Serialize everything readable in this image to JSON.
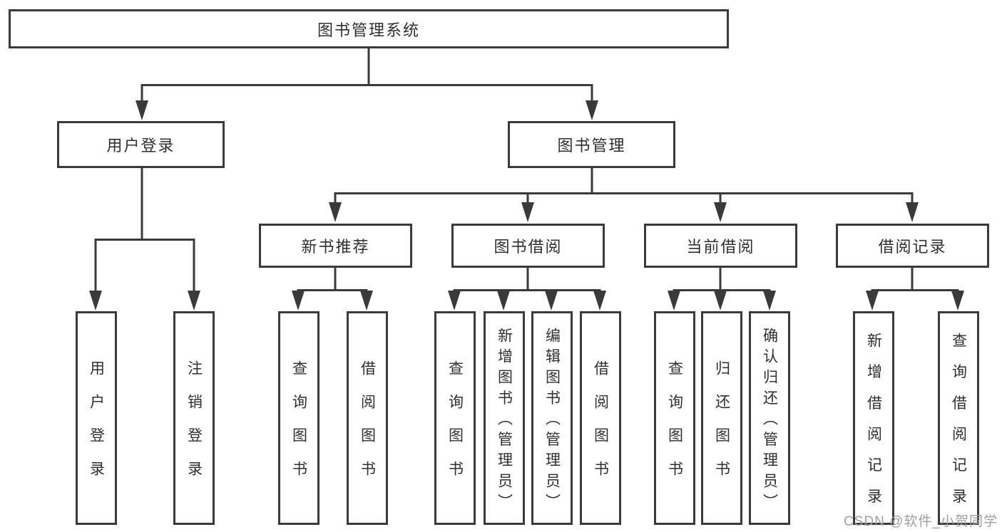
{
  "diagram": {
    "root": {
      "label": "图书管理系统"
    },
    "user_login": {
      "label": "用户登录",
      "children": {
        "login": "用户登录",
        "logout": "注销登录"
      }
    },
    "book_mgmt": {
      "label": "图书管理",
      "sections": {
        "new_books": {
          "label": "新书推荐",
          "children": {
            "query": "查询图书",
            "borrow": "借阅图书"
          }
        },
        "book_borrow": {
          "label": "图书借阅",
          "children": {
            "query": "查询图书",
            "add": "新增图书（管理员）",
            "edit": "编辑图书（管理员）",
            "borrow": "借阅图书"
          }
        },
        "current_borrow": {
          "label": "当前借阅",
          "children": {
            "query": "查询图书",
            "return": "归还图书",
            "confirm": "确认归还（管理员）"
          }
        },
        "borrow_records": {
          "label": "借阅记录",
          "children": {
            "add": "新增借阅记录",
            "query": "查询借阅记录"
          }
        }
      }
    }
  },
  "watermark": {
    "text": "CSDN @软件_小贺同学"
  },
  "colors": {
    "line": "#3a3a3a",
    "text": "#2f2f2f",
    "watermark": "#9e9ea3",
    "background": "#ffffff"
  }
}
